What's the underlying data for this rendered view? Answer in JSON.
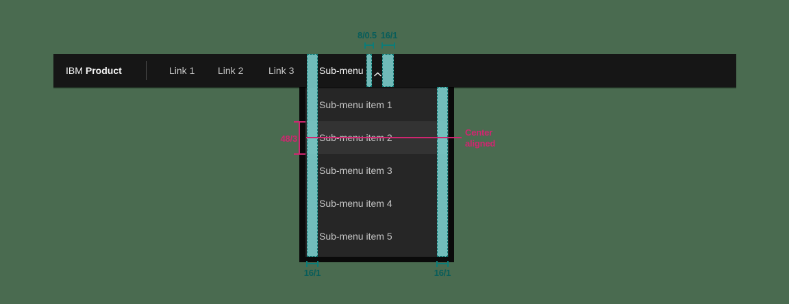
{
  "page": {
    "colors": {
      "background": "#4a6b50",
      "header_bg": "#161616",
      "menu_bg": "#262626",
      "menu_hover_bg": "#333333",
      "text_primary": "#f4f4f4",
      "text_secondary": "#c6c6c6",
      "highlight_teal_fill": "#7dd3d0",
      "annotation_teal": "#0c7d78",
      "annotation_pink": "#d02670"
    }
  },
  "header": {
    "brand": {
      "prefix": "IBM",
      "name": "Product"
    },
    "links": [
      {
        "label": "Link 1"
      },
      {
        "label": "Link 2"
      },
      {
        "label": "Link 3"
      }
    ],
    "submenu": {
      "label": "Sub-menu",
      "state": "expanded",
      "icon": "chevron-up-icon"
    }
  },
  "dropdown": {
    "items": [
      {
        "label": "Sub-menu item 1",
        "state": "normal"
      },
      {
        "label": "Sub-menu item 2",
        "state": "hover"
      },
      {
        "label": "Sub-menu item 3",
        "state": "normal"
      },
      {
        "label": "Sub-menu item 4",
        "state": "normal"
      },
      {
        "label": "Sub-menu item 5",
        "state": "normal"
      }
    ]
  },
  "annotations": {
    "chevron_gap": {
      "label": "8/0.5"
    },
    "submenu_right_padding": {
      "label": "16/1"
    },
    "menu_left_padding": {
      "label": "16/1"
    },
    "menu_right_padding": {
      "label": "16/1"
    },
    "item_height": {
      "label": "48/3"
    },
    "alignment_note": {
      "label": "Center aligned"
    }
  }
}
